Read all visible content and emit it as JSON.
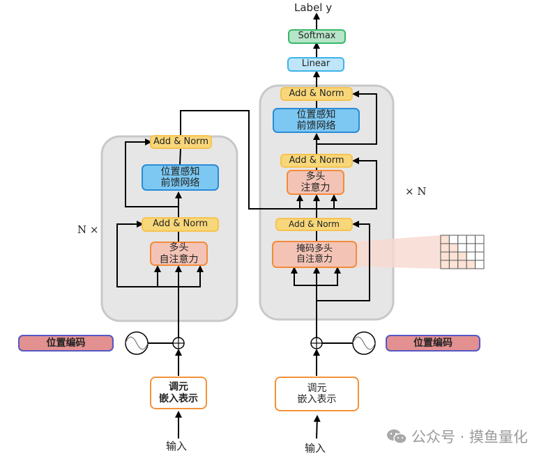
{
  "encoder": {
    "repeat_label": "N ×",
    "add_norm_top": "Add & Norm",
    "ffn": [
      "位置感知",
      "前馈网络"
    ],
    "add_norm_bottom": "Add & Norm",
    "self_attention": [
      "多头",
      "自注意力"
    ],
    "positional_encoding": "位置编码",
    "embedding": [
      "调元",
      "嵌入表示"
    ],
    "input": "输入"
  },
  "decoder": {
    "repeat_label": "× N",
    "add_norm_top": "Add & Norm",
    "ffn": [
      "位置感知",
      "前馈网络"
    ],
    "add_norm_mid": "Add & Norm",
    "cross_attention": [
      "多头",
      "注意力"
    ],
    "add_norm_bottom": "Add & Norm",
    "masked_self_attention": [
      "掩码多头",
      "自注意力"
    ],
    "positional_encoding": "位置编码",
    "embedding": [
      "调元",
      "嵌入表示"
    ],
    "input": "输入"
  },
  "output": {
    "label": "Label y",
    "softmax": "Softmax",
    "linear": "Linear"
  },
  "mask_matrix": {
    "rows": 4,
    "cols": 5
  },
  "watermark": {
    "icon": "wechat-icon",
    "text": "公众号 · 摸鱼量化"
  },
  "colors": {
    "add_norm": "#f8d77a",
    "ffn": "#7cc8f2",
    "attention": "#f3c4b6",
    "linear": "#bfe6f8",
    "softmax": "#b7e5c8",
    "positional_encoding": "#e29090",
    "block_bg": "#e6e6e6"
  }
}
